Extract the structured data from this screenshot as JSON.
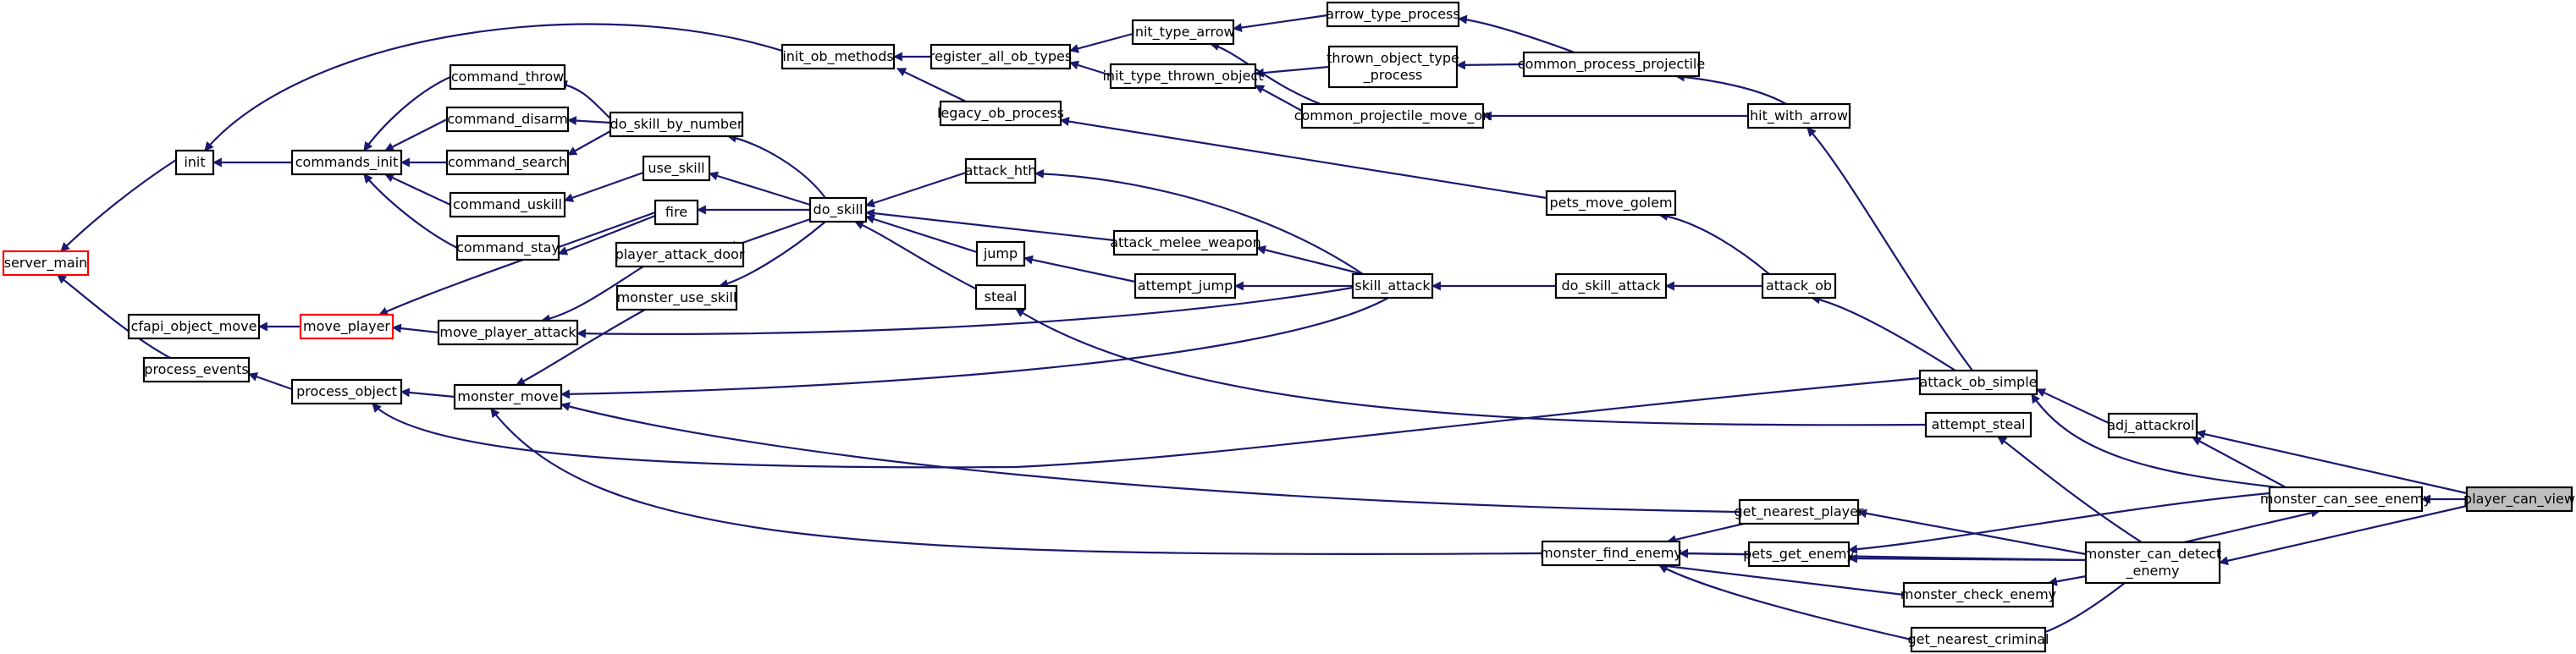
{
  "graph": {
    "colors": {
      "edge": "#191970",
      "node_border": "#000000",
      "node_fill": "#ffffff",
      "highlight_border": "#ff0000",
      "root_fill": "#bfbfbf"
    },
    "nodes": {
      "server_main": "server_main",
      "init": "init",
      "cfapi_object_move": "cfapi_object_move",
      "process_events": "process_events",
      "commands_init": "commands_init",
      "move_player": "move_player",
      "process_object": "process_object",
      "command_throw": "command_throw",
      "command_disarm": "command_disarm",
      "command_search": "command_search",
      "command_uskill": "command_uskill",
      "command_stay": "command_stay",
      "move_player_attack": "move_player_attack",
      "monster_move": "monster_move",
      "do_skill_by_number": "do_skill_by_number",
      "use_skill": "use_skill",
      "fire": "fire",
      "player_attack_door": "player_attack_door",
      "monster_use_skill": "monster_use_skill",
      "init_ob_methods": "init_ob_methods",
      "do_skill": "do_skill",
      "register_all_ob_types": "register_all_ob_types",
      "legacy_ob_process": "legacy_ob_process",
      "attack_hth": "attack_hth",
      "jump": "jump",
      "steal": "steal",
      "init_type_arrow": "init_type_arrow",
      "init_type_thrown_object": "init_type_thrown_object",
      "attack_melee_weapon": "attack_melee_weapon",
      "attempt_jump": "attempt_jump",
      "arrow_type_process": "arrow_type_process",
      "thrown_object_type_process": "thrown_object_type\n_process",
      "common_projectile_move_on": "common_projectile_move_on",
      "skill_attack": "skill_attack",
      "common_process_projectile": "common_process_projectile",
      "pets_move_golem": "pets_move_golem",
      "do_skill_attack": "do_skill_attack",
      "monster_find_enemy": "monster_find_enemy",
      "hit_with_arrow": "hit_with_arrow",
      "attack_ob": "attack_ob",
      "get_nearest_player": "get_nearest_player",
      "pets_get_enemy": "pets_get_enemy",
      "monster_check_enemy": "monster_check_enemy",
      "get_nearest_criminal": "get_nearest_criminal",
      "attack_ob_simple": "attack_ob_simple",
      "attempt_steal": "attempt_steal",
      "monster_can_detect_enemy": "monster_can_detect\n_enemy",
      "adj_attackroll": "adj_attackroll",
      "monster_can_see_enemy": "monster_can_see_enemy",
      "player_can_view": "player_can_view"
    }
  }
}
